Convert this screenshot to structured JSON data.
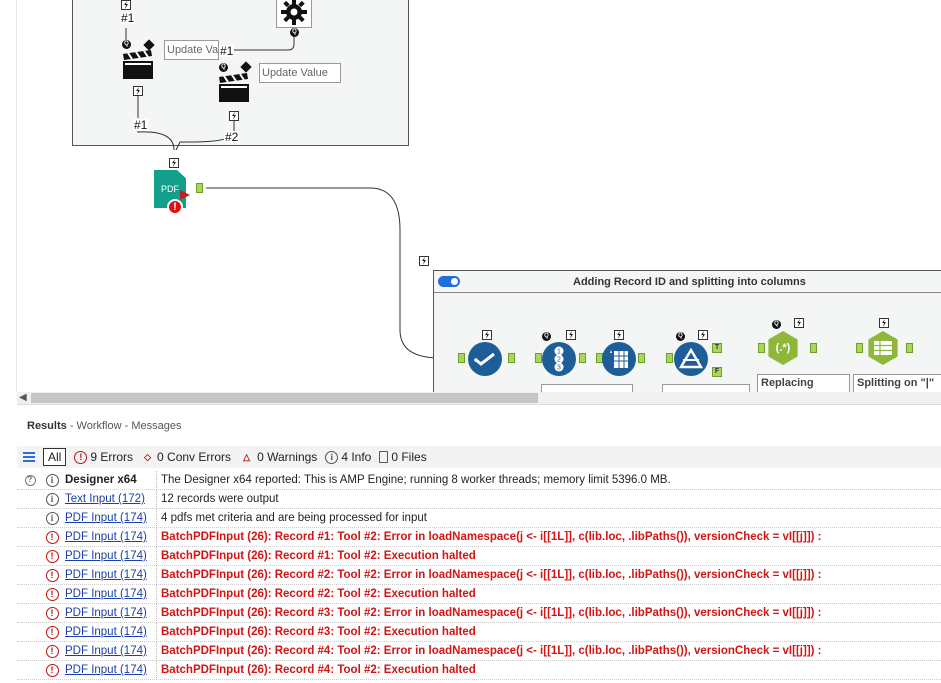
{
  "canvas": {
    "top_container": {
      "anno_1": "Update Va",
      "anno_2": "Update Value",
      "labels": [
        "#1",
        "#1",
        "#1",
        "#2"
      ]
    },
    "pdf_tool": {
      "icon_text": "PDF"
    },
    "container2": {
      "title": "Adding Record ID and splitting into columns",
      "anno_replacing": "Replacing",
      "anno_splitting": "Splitting on \"|\"",
      "t_label": "T",
      "f_label": "F",
      "regex_symbol": "(.*)"
    }
  },
  "results": {
    "title": "Results",
    "subtitle": "- Workflow - Messages",
    "filters": {
      "all": "All",
      "errors": "9 Errors",
      "conv_errors": "0 Conv Errors",
      "warnings": "0 Warnings",
      "info": "4 Info",
      "files": "0 Files"
    },
    "rows": [
      {
        "type": "info",
        "help": true,
        "source": "Designer x64",
        "source_bold": true,
        "message": "The Designer x64 reported: This is AMP Engine; running 8 worker threads; memory limit 5396.0 MB."
      },
      {
        "type": "info",
        "source": "Text Input (172)",
        "message": "12 records were output"
      },
      {
        "type": "info",
        "source": "PDF Input (174)",
        "message": "4 pdfs met criteria and are being processed for input"
      },
      {
        "type": "error",
        "source": "PDF Input (174)",
        "message": "BatchPDFInput (26): Record #1: Tool #2: Error in loadNamespace(j <- i[[1L]], c(lib.loc, .libPaths()), versionCheck = vI[[j]]) :"
      },
      {
        "type": "error",
        "source": "PDF Input (174)",
        "message": "BatchPDFInput (26): Record #1: Tool #2: Execution halted"
      },
      {
        "type": "error",
        "source": "PDF Input (174)",
        "message": "BatchPDFInput (26): Record #2: Tool #2: Error in loadNamespace(j <- i[[1L]], c(lib.loc, .libPaths()), versionCheck = vI[[j]]) :"
      },
      {
        "type": "error",
        "source": "PDF Input (174)",
        "message": "BatchPDFInput (26): Record #2: Tool #2: Execution halted"
      },
      {
        "type": "error",
        "source": "PDF Input (174)",
        "message": "BatchPDFInput (26): Record #3: Tool #2: Error in loadNamespace(j <- i[[1L]], c(lib.loc, .libPaths()), versionCheck = vI[[j]]) :"
      },
      {
        "type": "error",
        "source": "PDF Input (174)",
        "message": "BatchPDFInput (26): Record #3: Tool #2: Execution halted"
      },
      {
        "type": "error",
        "source": "PDF Input (174)",
        "message": "BatchPDFInput (26): Record #4: Tool #2: Error in loadNamespace(j <- i[[1L]], c(lib.loc, .libPaths()), versionCheck = vI[[j]]) :"
      },
      {
        "type": "error",
        "source": "PDF Input (174)",
        "message": "BatchPDFInput (26): Record #4: Tool #2: Execution halted"
      }
    ]
  },
  "colors": {
    "error_red": "#d21515",
    "tool_blue": "#1d5e99",
    "tool_green": "#8fb83a",
    "pdf_teal": "#12a08a"
  }
}
